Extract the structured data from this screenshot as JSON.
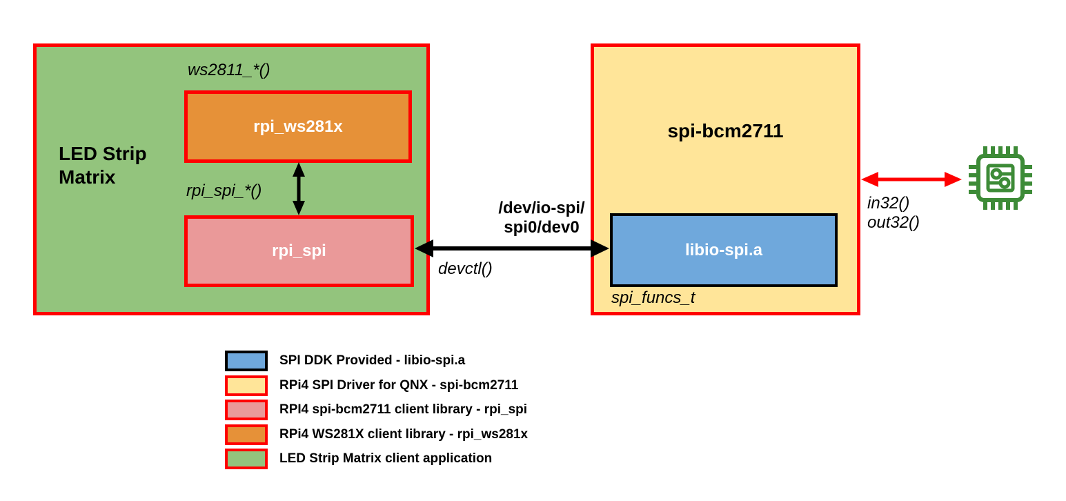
{
  "colors": {
    "red_border": "#ff0000",
    "green_fill": "#93c47d",
    "orange_fill": "#e69138",
    "pink_fill": "#ea9999",
    "yellow_fill": "#ffe599",
    "blue_fill": "#6fa8dc",
    "black": "#000000",
    "chip_green": "#3d8b37"
  },
  "diagram": {
    "led_matrix_box": {
      "title_line1": "LED Strip",
      "title_line2": "Matrix"
    },
    "ws281x_box": {
      "label": "rpi_ws281x",
      "annotation": "ws2811_*()"
    },
    "rpi_spi_box": {
      "label": "rpi_spi",
      "annotation": "rpi_spi_*()"
    },
    "spi_bcm2711_box": {
      "title": "spi-bcm2711"
    },
    "libio_spi_box": {
      "label": "libio-spi.a",
      "annotation": "spi_funcs_t"
    },
    "devctl_link": {
      "path_line1": "/dev/io-spi/",
      "path_line2": "spi0/dev0",
      "call": "devctl()"
    },
    "hw_link": {
      "call_line1": "in32()",
      "call_line2": "out32()"
    }
  },
  "legend": {
    "items": [
      {
        "label": "SPI DDK Provided - libio-spi.a",
        "fill": "#6fa8dc",
        "border": "#000000"
      },
      {
        "label": "RPi4 SPI Driver for QNX - spi-bcm2711",
        "fill": "#ffe599",
        "border": "#ff0000"
      },
      {
        "label": "RPI4 spi-bcm2711 client library - rpi_spi",
        "fill": "#ea9999",
        "border": "#ff0000"
      },
      {
        "label": "RPi4 WS281X client library - rpi_ws281x",
        "fill": "#e69138",
        "border": "#ff0000"
      },
      {
        "label": "LED Strip Matrix client application",
        "fill": "#93c47d",
        "border": "#ff0000"
      }
    ]
  }
}
